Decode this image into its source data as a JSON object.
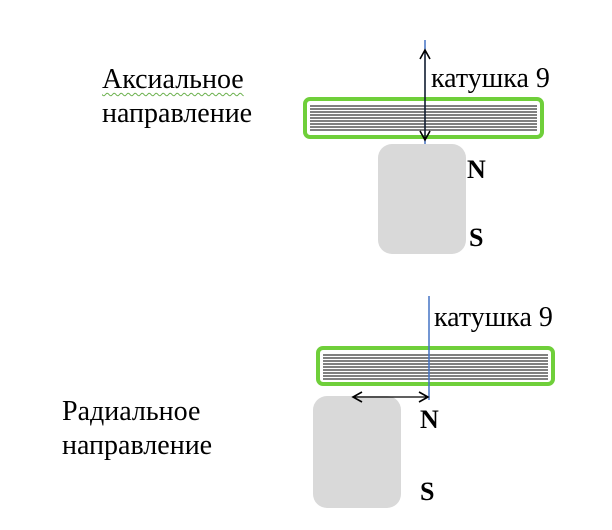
{
  "diagram": {
    "top": {
      "direction_line1": "Аксиальное",
      "direction_line2": "направление",
      "coil_label": "катушка 9",
      "pole_north": "N",
      "pole_south": "S"
    },
    "bottom": {
      "direction_line1": "Радиальное",
      "direction_line2": "направление",
      "coil_label": "катушка 9",
      "pole_north": "N",
      "pole_south": "S"
    },
    "colors": {
      "coil_border": "#6fcf3a",
      "coil_stripes": "#000000",
      "magnet_fill": "#d9d9d9",
      "axis_line": "#4472c4",
      "arrow": "#000000",
      "spellcheck_underline": "#6ab04c"
    },
    "icons": {
      "coil": "striped-coil",
      "magnet": "rounded-rect-magnet",
      "axial_arrow": "double-headed-vertical-arrow",
      "radial_arrow": "double-headed-horizontal-arrow"
    }
  }
}
